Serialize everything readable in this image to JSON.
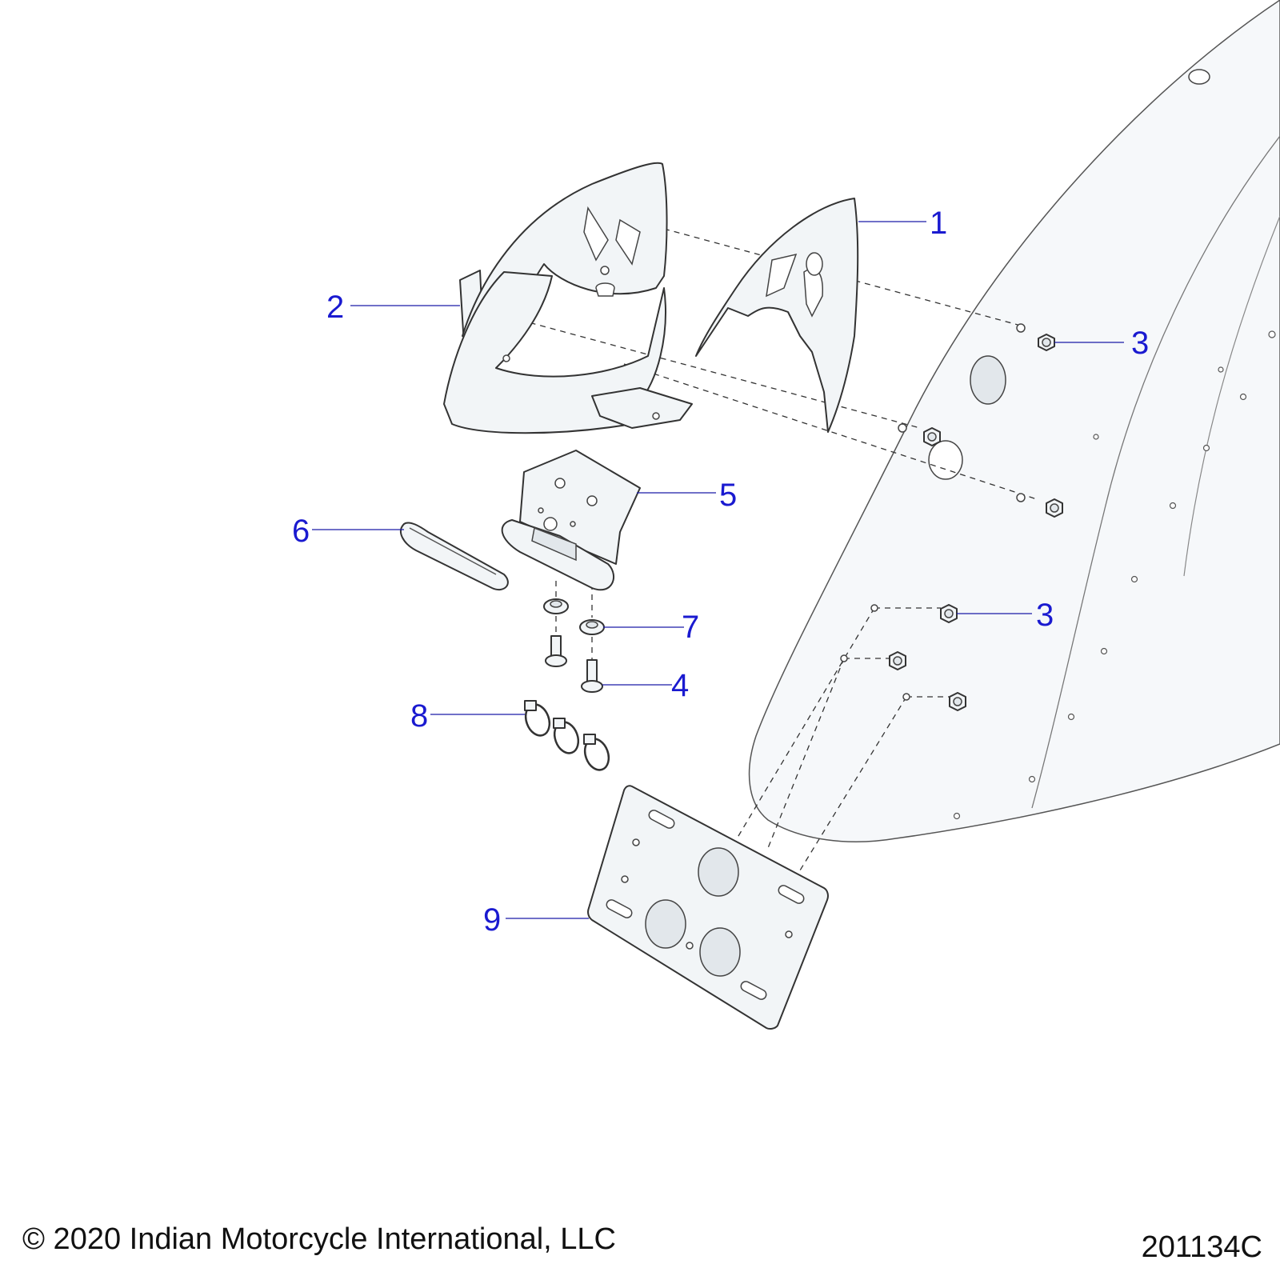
{
  "diagram": {
    "callouts": [
      {
        "id": "callout-1",
        "label": "1"
      },
      {
        "id": "callout-2",
        "label": "2"
      },
      {
        "id": "callout-3a",
        "label": "3"
      },
      {
        "id": "callout-3b",
        "label": "3"
      },
      {
        "id": "callout-4",
        "label": "4"
      },
      {
        "id": "callout-5",
        "label": "5"
      },
      {
        "id": "callout-6",
        "label": "6"
      },
      {
        "id": "callout-7",
        "label": "7"
      },
      {
        "id": "callout-8",
        "label": "8"
      },
      {
        "id": "callout-9",
        "label": "9"
      }
    ],
    "colors": {
      "callout": "#1a1ad0",
      "leader": "#1a1aa8",
      "line": "#333333"
    }
  },
  "footer": {
    "copyright": "© 2020 Indian Motorcycle International, LLC",
    "drawing_id": "201134C"
  }
}
